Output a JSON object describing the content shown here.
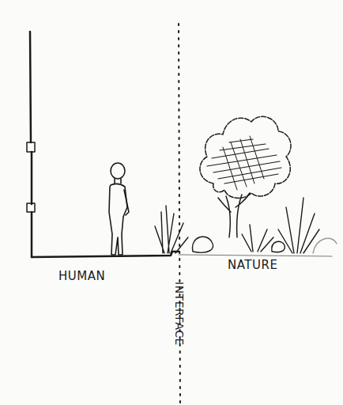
{
  "diagram": {
    "labels": [
      "HUMAN",
      "NATURE",
      "INTERFACE"
    ]
  }
}
